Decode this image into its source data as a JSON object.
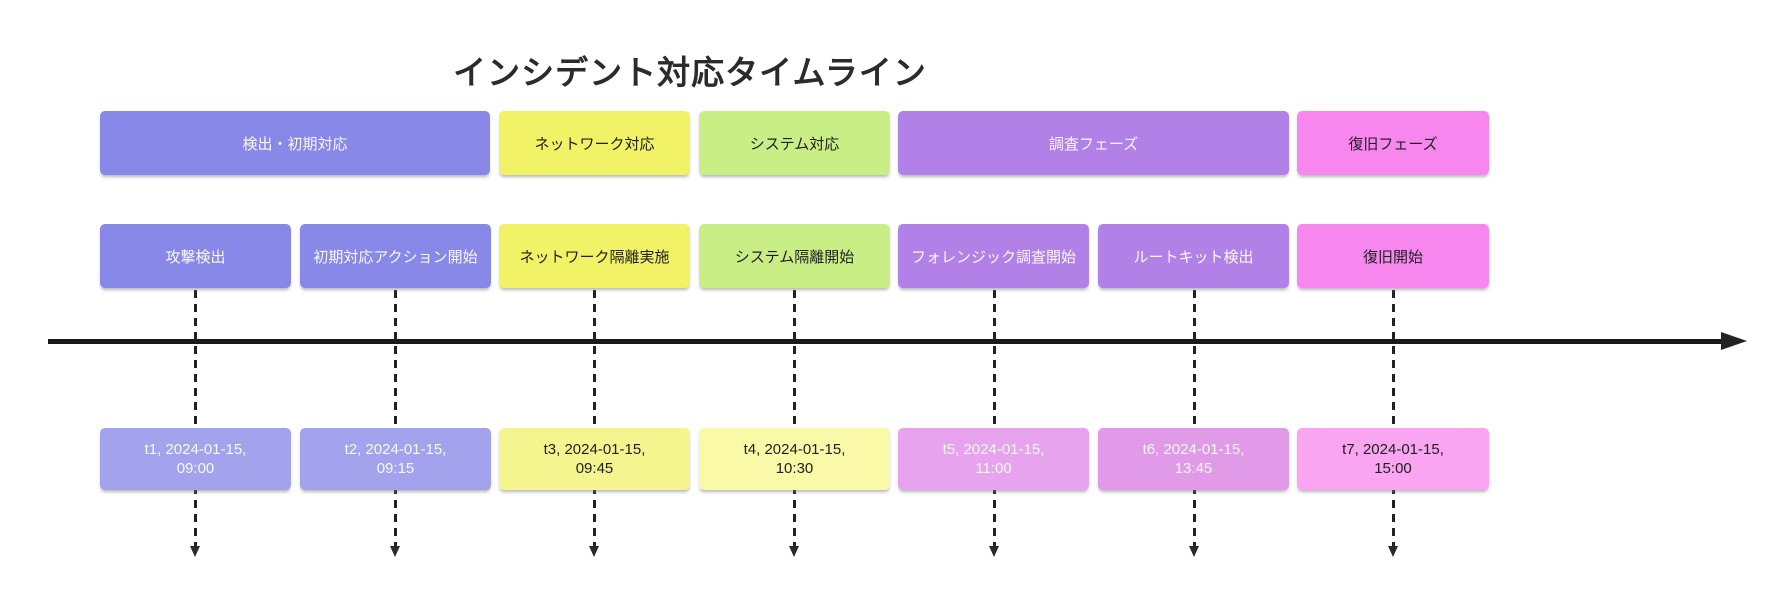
{
  "title": "インシデント対応タイムライン",
  "palette": {
    "blue": "#8888e8",
    "yellow": "#f2f266",
    "green": "#c9ee86",
    "purple": "#b181e8",
    "pink": "#f787ef",
    "axis": "#1a1a1a",
    "blue_light": "#a3a3ed",
    "yellow_light": "#f5f58f",
    "yellow_pale": "#f9f9a8",
    "purple_light": "#e8a3ee",
    "purple_light2": "#e19ae8",
    "pink_light": "#f9a5f2"
  },
  "sections": [
    {
      "label": "検出・初期対応",
      "bg": "#8888e8",
      "fg": "#f8f8f8"
    },
    {
      "label": "ネットワーク対応",
      "bg": "#f2f266",
      "fg": "#1f1f1f"
    },
    {
      "label": "システム対応",
      "bg": "#c9ee86",
      "fg": "#1f1f1f"
    },
    {
      "label": "調査フェーズ",
      "bg": "#b181e8",
      "fg": "#f8f8f8"
    },
    {
      "label": "復旧フェーズ",
      "bg": "#f787ef",
      "fg": "#1f1f1f"
    }
  ],
  "events": [
    {
      "label": "攻撃検出",
      "bg": "#8888e8",
      "fg": "#f8f8f8"
    },
    {
      "label": "初期対応アクション開始",
      "bg": "#8888e8",
      "fg": "#f8f8f8"
    },
    {
      "label": "ネットワーク隔離実施",
      "bg": "#f2f266",
      "fg": "#1f1f1f"
    },
    {
      "label": "システム隔離開始",
      "bg": "#c9ee86",
      "fg": "#1f1f1f"
    },
    {
      "label": "フォレンジック調査開始",
      "bg": "#b181e8",
      "fg": "#f8f8f8"
    },
    {
      "label": "ルートキット検出",
      "bg": "#b181e8",
      "fg": "#f8f8f8"
    },
    {
      "label": "復旧開始",
      "bg": "#f787ef",
      "fg": "#1f1f1f"
    }
  ],
  "time_points": [
    {
      "label": "t1, 2024-01-15, 09:00",
      "bg": "#a3a3ed",
      "fg": "#f8f8f8"
    },
    {
      "label": "t2, 2024-01-15, 09:15",
      "bg": "#a3a3ed",
      "fg": "#f8f8f8"
    },
    {
      "label": "t3, 2024-01-15, 09:45",
      "bg": "#f5f58f",
      "fg": "#1f1f1f"
    },
    {
      "label": "t4, 2024-01-15, 10:30",
      "bg": "#f9f9a8",
      "fg": "#1f1f1f"
    },
    {
      "label": "t5, 2024-01-15, 11:00",
      "bg": "#e8a3ee",
      "fg": "#f8f8f8"
    },
    {
      "label": "t6, 2024-01-15, 13:45",
      "bg": "#e19ae8",
      "fg": "#f8f8f8"
    },
    {
      "label": "t7, 2024-01-15, 15:00",
      "bg": "#f9a5f2",
      "fg": "#1f1f1f"
    }
  ]
}
